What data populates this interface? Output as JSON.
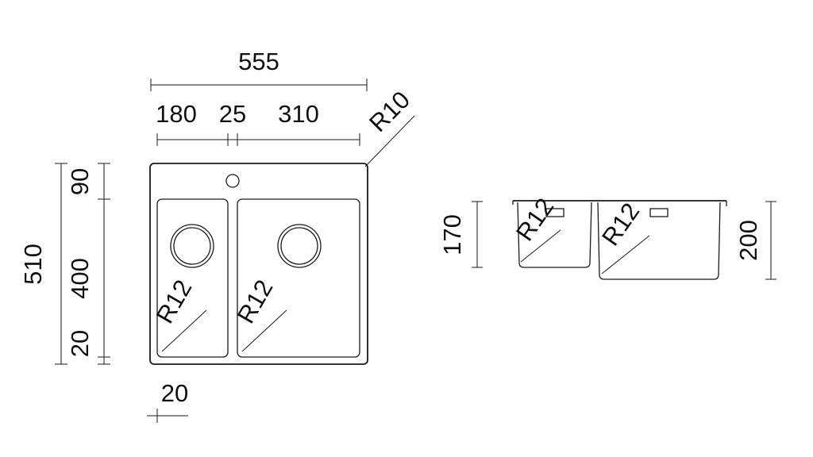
{
  "top_view": {
    "overall_width": "555",
    "bowl_small_width": "180",
    "divider_width": "25",
    "bowl_large_width": "310",
    "corner_radius_outer": "R10",
    "overall_depth": "510",
    "back_ledge": "90",
    "bowl_depth": "400",
    "front_ledge": "20",
    "side_ledge": "20",
    "bowl_small_radius": "R12",
    "bowl_large_radius": "R12"
  },
  "section_view": {
    "small_bowl_height": "170",
    "large_bowl_height": "200",
    "small_bowl_radius": "R12",
    "large_bowl_radius": "R12"
  }
}
